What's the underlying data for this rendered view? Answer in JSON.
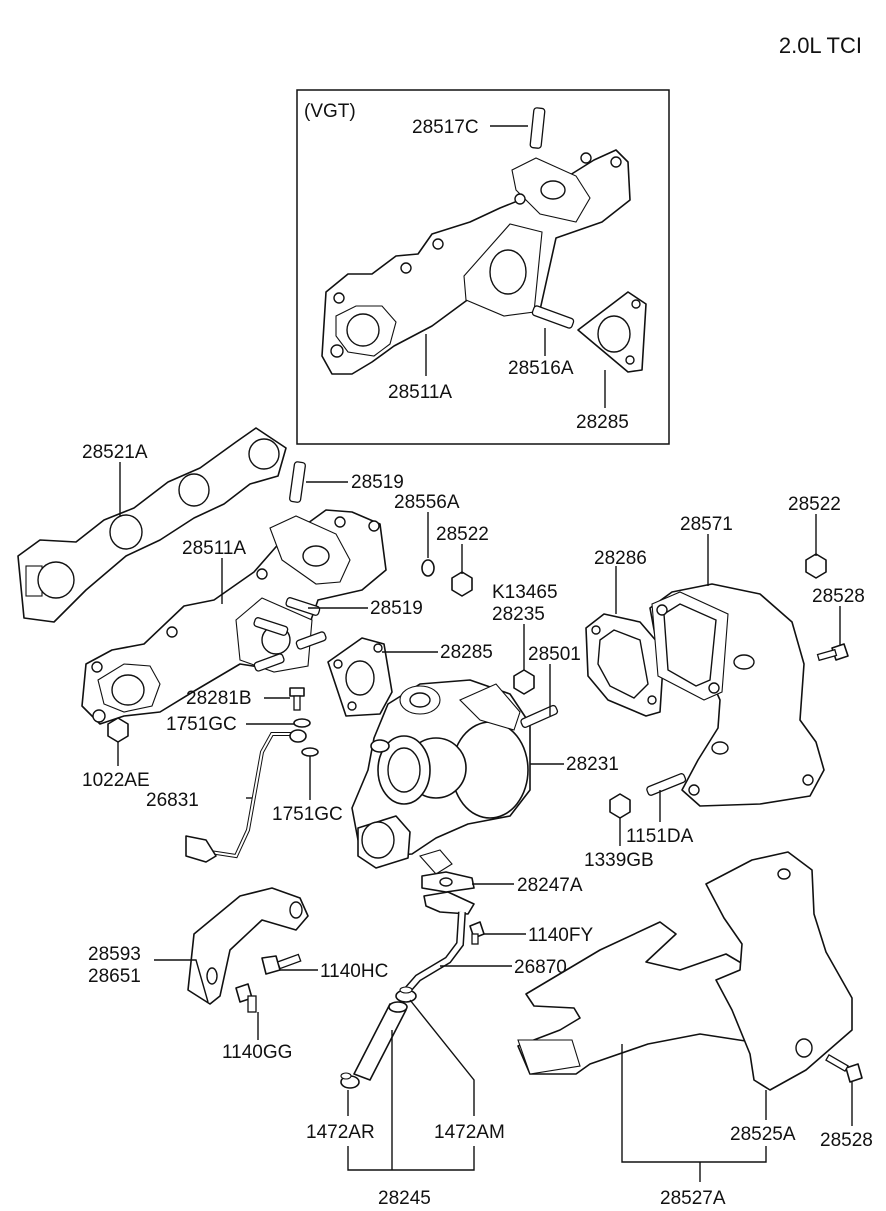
{
  "engine_title": "2.0L TCI",
  "inset_title": "(VGT)",
  "labels": {
    "p28517C": "28517C",
    "p28511A_vgt": "28511A",
    "p28516A": "28516A",
    "p28285_vgt": "28285",
    "p28521A": "28521A",
    "p28519_a": "28519",
    "p28556A": "28556A",
    "p28522_a": "28522",
    "p28511A": "28511A",
    "p28519_b": "28519",
    "p28571": "28571",
    "p28522_b": "28522",
    "p28286": "28286",
    "pK13465": "K13465",
    "p28235": "28235",
    "p28528_a": "28528",
    "p28285": "28285",
    "p28501": "28501",
    "p28281B": "28281B",
    "p1751GC_a": "1751GC",
    "p28231": "28231",
    "p1022AE": "1022AE",
    "p26831": "26831",
    "p1751GC_b": "1751GC",
    "p1151DA": "1151DA",
    "p1339GB": "1339GB",
    "p28247A": "28247A",
    "p1140FY": "1140FY",
    "p28593": "28593",
    "p28651": "28651",
    "p1140HC": "1140HC",
    "p26870": "26870",
    "p1140GG": "1140GG",
    "p1472AR": "1472AR",
    "p1472AM": "1472AM",
    "p28525A": "28525A",
    "p28528_b": "28528",
    "p28245": "28245",
    "p28527A": "28527A"
  }
}
